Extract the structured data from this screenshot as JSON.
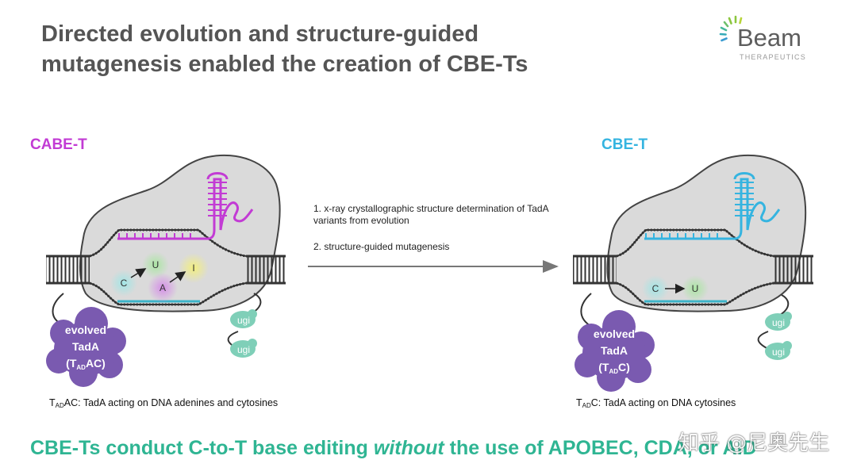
{
  "slide": {
    "title_line1": "Directed evolution and structure-guided",
    "title_line2": "mutagenesis enabled the creation of CBE-Ts",
    "bottom_prefix": "CBE-Ts conduct C-to-T base editing ",
    "bottom_emphasis": "without",
    "bottom_suffix": " the use of APOBEC, CDA, or AID"
  },
  "logo": {
    "name": "Beam",
    "subtitle": "THERAPEUTICS"
  },
  "left_panel": {
    "title": "CABE-T",
    "title_color": "#c23bd4",
    "enzyme_line1": "evolved",
    "enzyme_line2": "TadA",
    "enzyme_line3_pre": "(T",
    "enzyme_line3_sub": "AD",
    "enzyme_line3_post": "AC)",
    "bases": {
      "c": "C",
      "u": "U",
      "a": "A",
      "i": "I"
    },
    "ugi_1": "ugi",
    "ugi_2": "ugi",
    "caption_pre": "T",
    "caption_sub": "AD",
    "caption_post": "AC: TadA acting on DNA adenines and cytosines"
  },
  "right_panel": {
    "title": "CBE-T",
    "title_color": "#35b4e0",
    "enzyme_line1": "evolved",
    "enzyme_line2": "TadA",
    "enzyme_line3_pre": "(T",
    "enzyme_line3_sub": "AD",
    "enzyme_line3_post": "C)",
    "bases": {
      "c": "C",
      "u": "U"
    },
    "ugi_1": "ugi",
    "ugi_2": "ugi",
    "caption_pre": "T",
    "caption_sub": "AD",
    "caption_post": "C: TadA acting on DNA cytosines"
  },
  "steps": [
    "1. x-ray crystallographic structure determination of TadA variants from evolution",
    "2. structure-guided mutagenesis"
  ],
  "watermark": "知乎 @尼奥先生",
  "colors": {
    "title": "#555555",
    "bottom_line": "#2fb593",
    "enzyme_purple": "#7a5ab0",
    "ugi_teal": "#7fcfb8"
  }
}
